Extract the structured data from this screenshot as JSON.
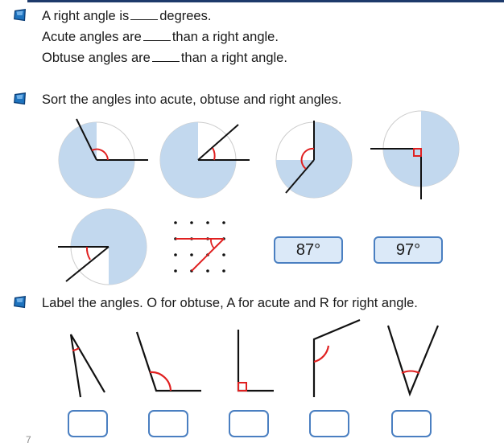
{
  "q1": {
    "line1_pre": "A right angle is",
    "line1_post": "degrees.",
    "line2_pre": "Acute angles are",
    "line2_post": "than a right angle.",
    "line3_pre": "Obtuse angles are",
    "line3_post": "than a right angle."
  },
  "q2": {
    "prompt": "Sort the angles into acute, obtuse and right angles.",
    "angle_value_1": "87°",
    "angle_value_2": "97°"
  },
  "q3": {
    "prompt": "Label the angles. O for obtuse, A for acute and R for right angle."
  },
  "page_number": "7",
  "colors": {
    "bullet": "#1e73be",
    "disc_fill": "#c2d8ee",
    "arc_red": "#e02020",
    "box_border": "#4a7fc1",
    "box_fill": "#dbe9f8"
  }
}
